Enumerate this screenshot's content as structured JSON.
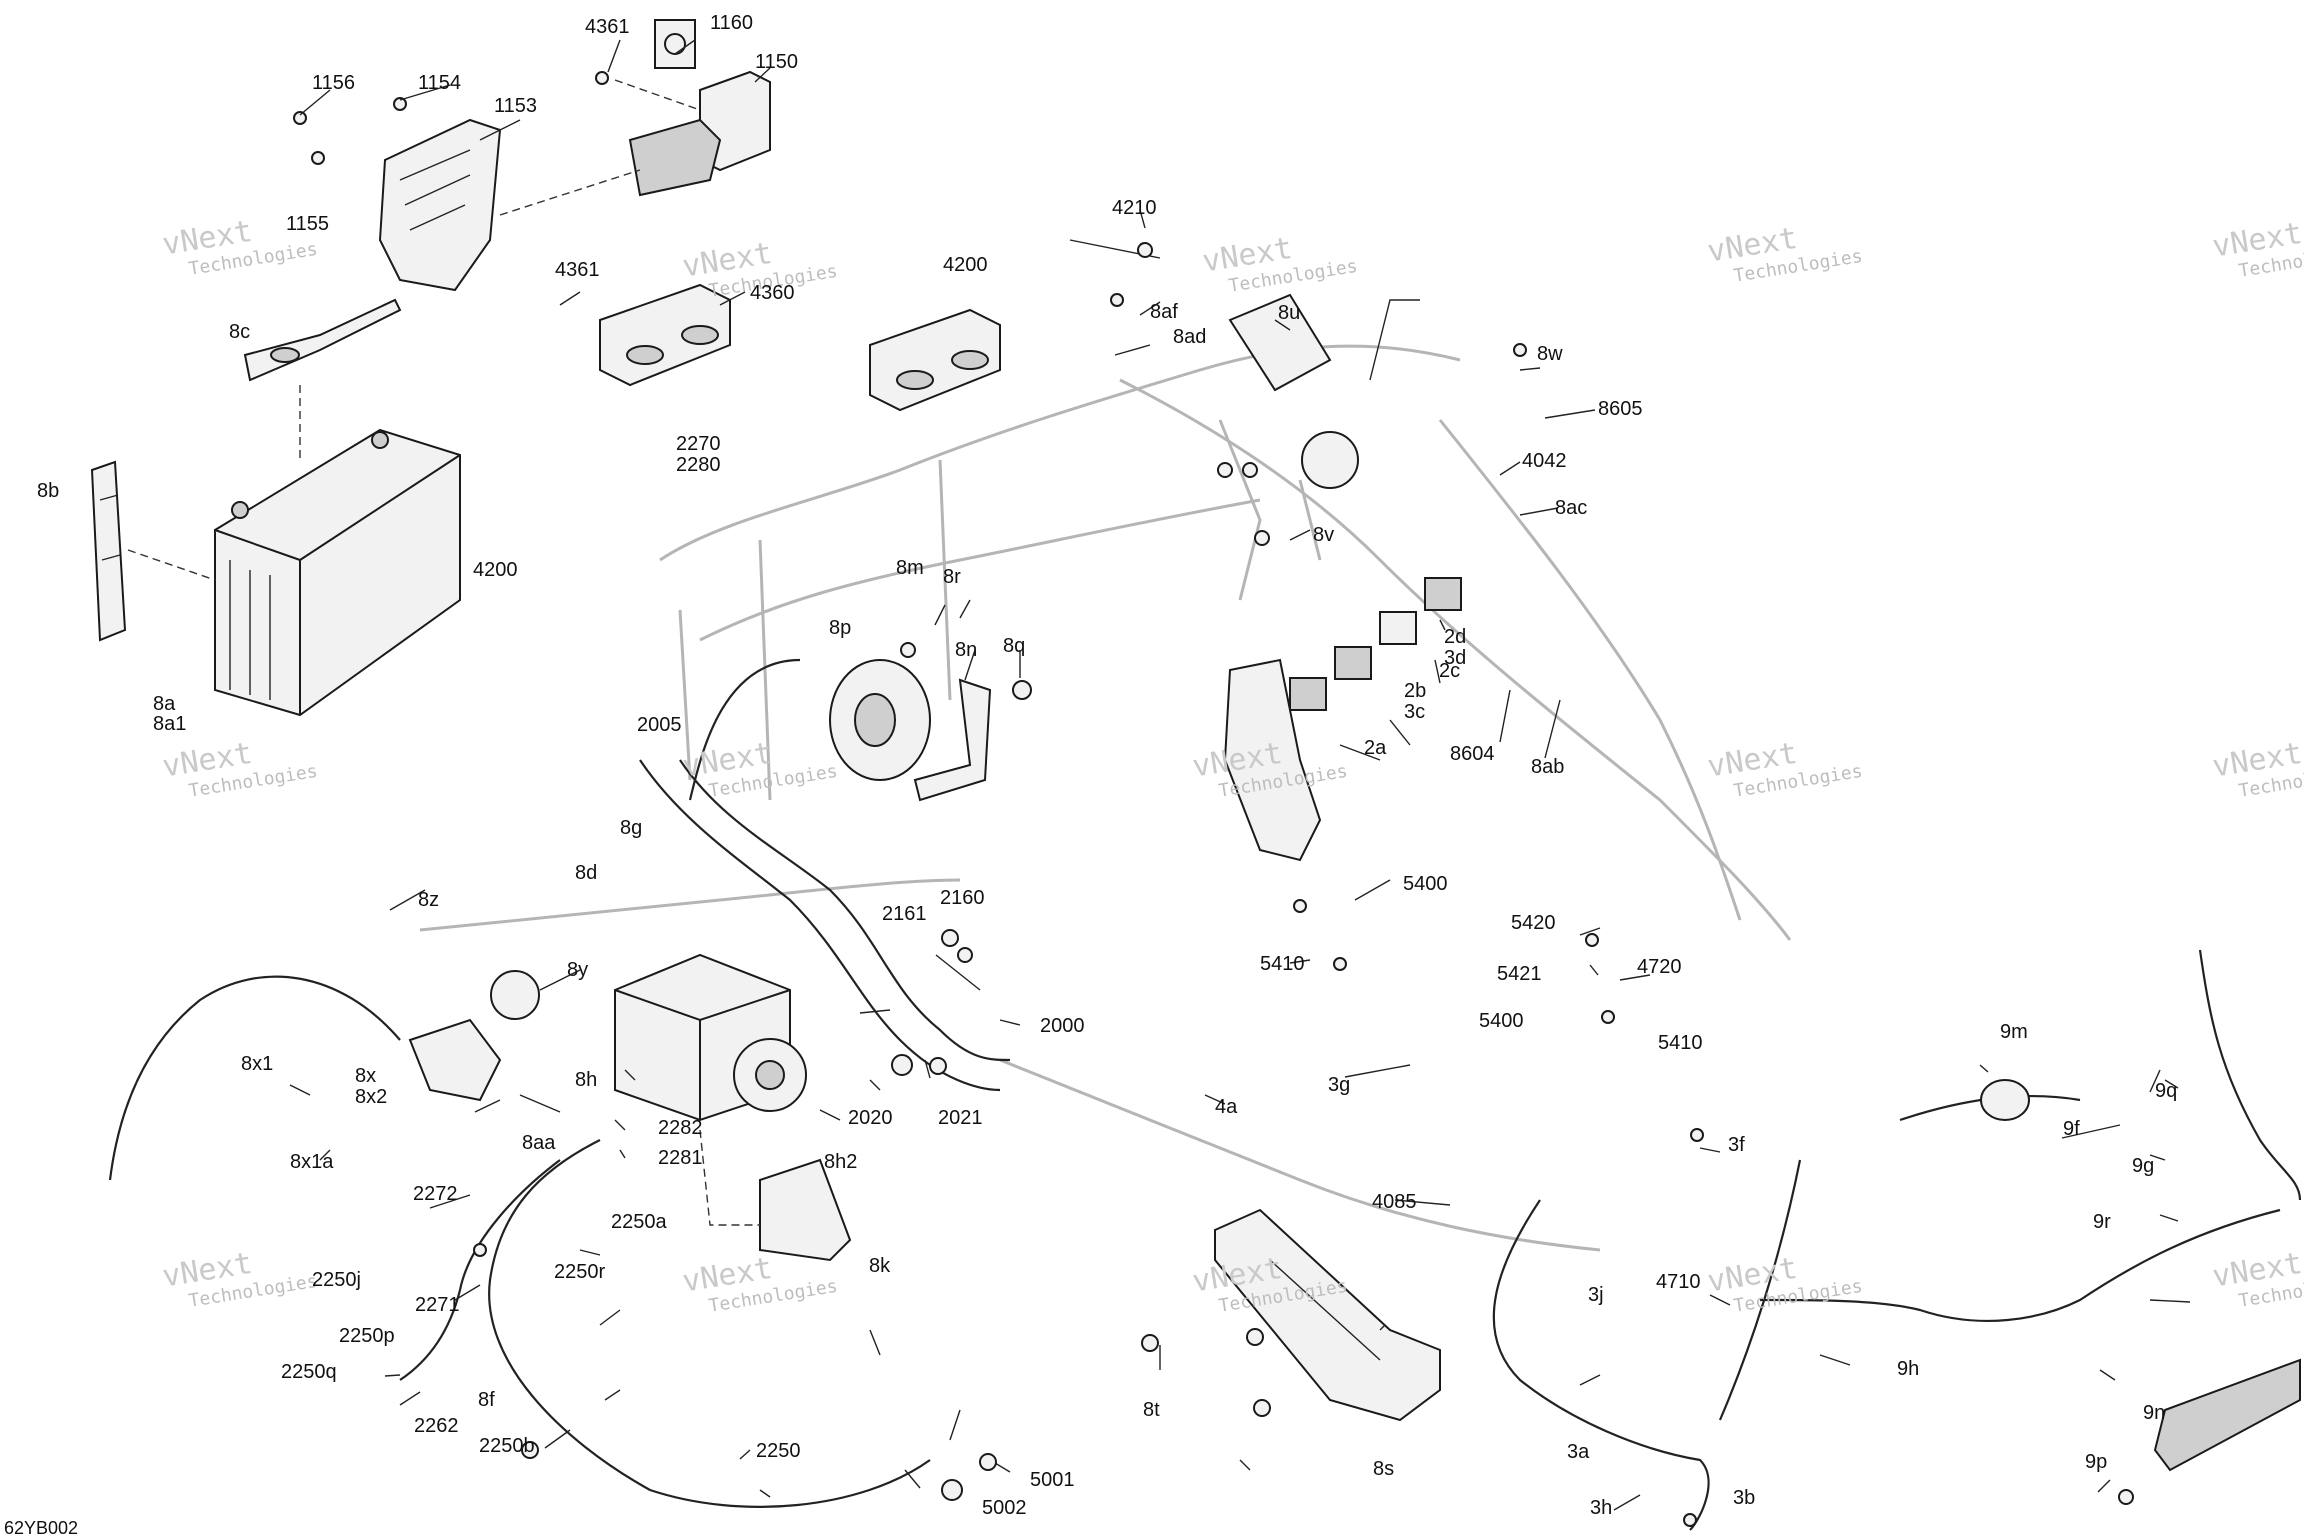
{
  "diagram": {
    "caption": "62YB002",
    "watermark": {
      "line1": "vNext",
      "line2": "Technologies"
    },
    "labels": [
      {
        "id": "4361-a",
        "text": "4361"
      },
      {
        "id": "1160",
        "text": "1160"
      },
      {
        "id": "1150",
        "text": "1150"
      },
      {
        "id": "1156",
        "text": "1156"
      },
      {
        "id": "1154",
        "text": "1154"
      },
      {
        "id": "1153",
        "text": "1153"
      },
      {
        "id": "1155",
        "text": "1155"
      },
      {
        "id": "4210",
        "text": "4210"
      },
      {
        "id": "4200-a",
        "text": "4200"
      },
      {
        "id": "8af",
        "text": "8af"
      },
      {
        "id": "8ad",
        "text": "8ad"
      },
      {
        "id": "4361-b",
        "text": "4361"
      },
      {
        "id": "4360",
        "text": "4360"
      },
      {
        "id": "8c",
        "text": "8c"
      },
      {
        "id": "8u",
        "text": "8u"
      },
      {
        "id": "8w",
        "text": "8w"
      },
      {
        "id": "8605",
        "text": "8605"
      },
      {
        "id": "4042",
        "text": "4042"
      },
      {
        "id": "8ac",
        "text": "8ac"
      },
      {
        "id": "8v",
        "text": "8v"
      },
      {
        "id": "2270",
        "text": "2270"
      },
      {
        "id": "2280",
        "text": "2280"
      },
      {
        "id": "8b",
        "text": "8b"
      },
      {
        "id": "4200-b",
        "text": "4200"
      },
      {
        "id": "8m",
        "text": "8m"
      },
      {
        "id": "8r",
        "text": "8r"
      },
      {
        "id": "8p",
        "text": "8p"
      },
      {
        "id": "8n",
        "text": "8n"
      },
      {
        "id": "8q",
        "text": "8q"
      },
      {
        "id": "2d",
        "text": "2d"
      },
      {
        "id": "3d",
        "text": "3d"
      },
      {
        "id": "2c",
        "text": "2c"
      },
      {
        "id": "2b",
        "text": "2b"
      },
      {
        "id": "3c",
        "text": "3c"
      },
      {
        "id": "2a",
        "text": "2a"
      },
      {
        "id": "8604",
        "text": "8604"
      },
      {
        "id": "8ab",
        "text": "8ab"
      },
      {
        "id": "8a",
        "text": "8a"
      },
      {
        "id": "8a1",
        "text": "8a1"
      },
      {
        "id": "2005",
        "text": "2005"
      },
      {
        "id": "8g",
        "text": "8g"
      },
      {
        "id": "8d",
        "text": "8d"
      },
      {
        "id": "8z",
        "text": "8z"
      },
      {
        "id": "2161",
        "text": "2161"
      },
      {
        "id": "2160",
        "text": "2160"
      },
      {
        "id": "5400-a",
        "text": "5400"
      },
      {
        "id": "5410-a",
        "text": "5410"
      },
      {
        "id": "5420",
        "text": "5420"
      },
      {
        "id": "5421",
        "text": "5421"
      },
      {
        "id": "4720",
        "text": "4720"
      },
      {
        "id": "5400-b",
        "text": "5400"
      },
      {
        "id": "5410-b",
        "text": "5410"
      },
      {
        "id": "8y",
        "text": "8y"
      },
      {
        "id": "2000",
        "text": "2000"
      },
      {
        "id": "8x1",
        "text": "8x1"
      },
      {
        "id": "8x",
        "text": "8x"
      },
      {
        "id": "8x2",
        "text": "8x2"
      },
      {
        "id": "8h",
        "text": "8h"
      },
      {
        "id": "8x1a",
        "text": "8x1a"
      },
      {
        "id": "8aa",
        "text": "8aa"
      },
      {
        "id": "2020",
        "text": "2020"
      },
      {
        "id": "2021",
        "text": "2021"
      },
      {
        "id": "2282",
        "text": "2282"
      },
      {
        "id": "2281",
        "text": "2281"
      },
      {
        "id": "8h2",
        "text": "8h2"
      },
      {
        "id": "4a",
        "text": "4a"
      },
      {
        "id": "3g",
        "text": "3g"
      },
      {
        "id": "3f",
        "text": "3f"
      },
      {
        "id": "9m",
        "text": "9m"
      },
      {
        "id": "9q",
        "text": "9q"
      },
      {
        "id": "9f",
        "text": "9f"
      },
      {
        "id": "9g",
        "text": "9g"
      },
      {
        "id": "4085",
        "text": "4085"
      },
      {
        "id": "2272",
        "text": "2272"
      },
      {
        "id": "2250a",
        "text": "2250a"
      },
      {
        "id": "2250j",
        "text": "2250j"
      },
      {
        "id": "2271",
        "text": "2271"
      },
      {
        "id": "2250r",
        "text": "2250r"
      },
      {
        "id": "8k",
        "text": "8k"
      },
      {
        "id": "9r",
        "text": "9r"
      },
      {
        "id": "3j",
        "text": "3j"
      },
      {
        "id": "4710",
        "text": "4710"
      },
      {
        "id": "2250p",
        "text": "2250p"
      },
      {
        "id": "2250q",
        "text": "2250q"
      },
      {
        "id": "2262",
        "text": "2262"
      },
      {
        "id": "8f",
        "text": "8f"
      },
      {
        "id": "8t",
        "text": "8t"
      },
      {
        "id": "9h",
        "text": "9h"
      },
      {
        "id": "2250b",
        "text": "2250b"
      },
      {
        "id": "2250",
        "text": "2250"
      },
      {
        "id": "5001",
        "text": "5001"
      },
      {
        "id": "5002",
        "text": "5002"
      },
      {
        "id": "8s",
        "text": "8s"
      },
      {
        "id": "9n",
        "text": "9n"
      },
      {
        "id": "3a",
        "text": "3a"
      },
      {
        "id": "3h",
        "text": "3h"
      },
      {
        "id": "3b",
        "text": "3b"
      },
      {
        "id": "9p",
        "text": "9p"
      }
    ]
  }
}
